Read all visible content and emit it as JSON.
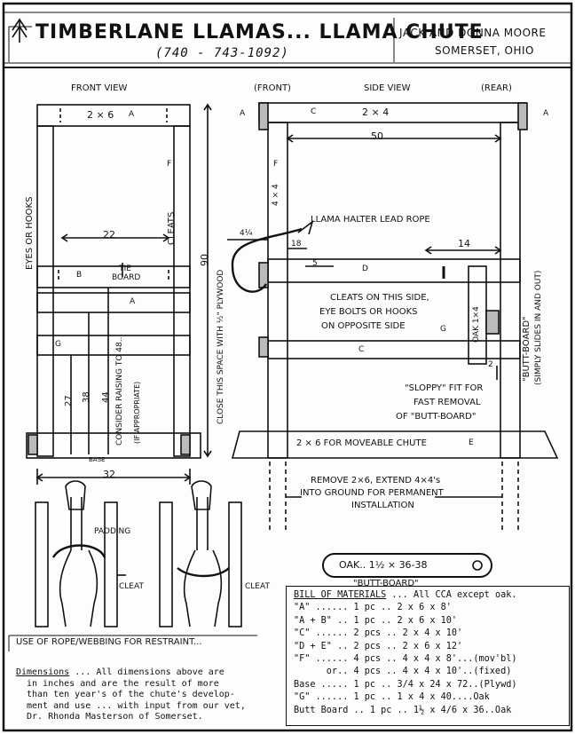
{
  "header": {
    "title": "TIMBERLANE LLAMAS... LLAMA CHUTE",
    "phone": "(740 - 743-1092)",
    "owners": "JACK AND DONNA MOORE",
    "location": "SOMERSET, OHIO"
  },
  "front_view": {
    "title": "FRONT VIEW",
    "top_board": "2 × 6",
    "part_a_top": "A",
    "part_f": "F",
    "part_b": "B",
    "part_a_mid": "A",
    "part_g": "G",
    "width_22": "22",
    "tie_board": "TIE BOARD",
    "cleats": "CLEATS",
    "eyes_hooks": "EYES OR HOOKS",
    "height_90": "90",
    "dim_27": "27",
    "dim_38": "38",
    "dim_44": "44",
    "consider": "CONSIDER RAISING TO 48...",
    "if_appropriate": "(IF APPROPRIATE)",
    "base": "BASE",
    "width_32": "32",
    "close_space": "CLOSE THIS SPACE WITH ½\" PLYWOOD"
  },
  "side_view": {
    "title": "SIDE VIEW",
    "front": "(FRONT)",
    "rear": "(REAR)",
    "part_a_left": "A",
    "part_a_right": "A",
    "part_c_top": "C",
    "top_board": "2 × 4",
    "dim_50": "50",
    "part_f": "F",
    "post_4x4": "4 × 4",
    "halter": "LLAMA HALTER LEAD ROPE",
    "dim_4_1_4": "4¼",
    "dim_18": "18",
    "dim_14": "14",
    "dim_5": "5",
    "part_d": "D",
    "cleats_note": "CLEATS ON THIS SIDE,",
    "eye_bolts": "EYE BOLTS OR HOOKS",
    "opposite": "ON OPPOSITE SIDE",
    "part_g": "G",
    "oak": "OAK 1×4",
    "butt_board_side": "\"BUTT-BOARD\"",
    "simply_slides": "(SIMPLY SLIDES IN AND OUT)",
    "part_c_bottom": "C",
    "dim_2": "2",
    "sloppy": "\"SLOPPY\" FIT FOR",
    "fast_removal": "FAST REMOVAL",
    "of_butt": "OF \"BUTT-BOARD\"",
    "moveable": "2 × 6 FOR MOVEABLE CHUTE",
    "part_e": "E",
    "remove": "REMOVE 2×6, EXTEND 4×4's",
    "into_ground": "INTO GROUND FOR PERMANENT",
    "installation": "INSTALLATION"
  },
  "butt_board": {
    "spec": "OAK.. 1½ × 36-38",
    "caption": "\"BUTT-BOARD\""
  },
  "restraint": {
    "padding": "PADDING",
    "cleat_left": "CLEAT",
    "cleat_right": "CLEAT",
    "caption": "USE OF ROPE/WEBBING FOR RESTRAINT..."
  },
  "bill_of_materials": {
    "title": "BILL OF MATERIALS",
    "subtitle": " ... All CCA except oak.",
    "rows": [
      "\"A\" ...... 1 pc .. 2 x 6 x 8'",
      "\"A + B\" .. 1 pc .. 2 x 6 x 10'",
      "\"C\" ...... 2 pcs .. 2 x 4 x 10'",
      "\"D + E\" .. 2 pcs .. 2 x 6 x 12'",
      "\"F\" ...... 4 pcs .. 4 x 4 x 8'...(mov'bl)",
      "      or.. 4 pcs .. 4 x 4 x 10'..(fixed)",
      "Base ..... 1 pc .. 3/4 x 24 x 72..(Plywd)",
      "\"G\" ...... 1 pc .. 1 x 4 x 40....Oak",
      "Butt Board .. 1 pc .. 1½ x 4/6 x 36..Oak"
    ]
  },
  "dimensions_note": {
    "label": "Dimensions",
    "lines": [
      " ... All dimensions above are",
      "in inches and are the result of more",
      "than ten year's of the chute's develop-",
      "ment and use ... with input from our vet,",
      "Dr. Rhonda Masterson of Somerset."
    ]
  }
}
